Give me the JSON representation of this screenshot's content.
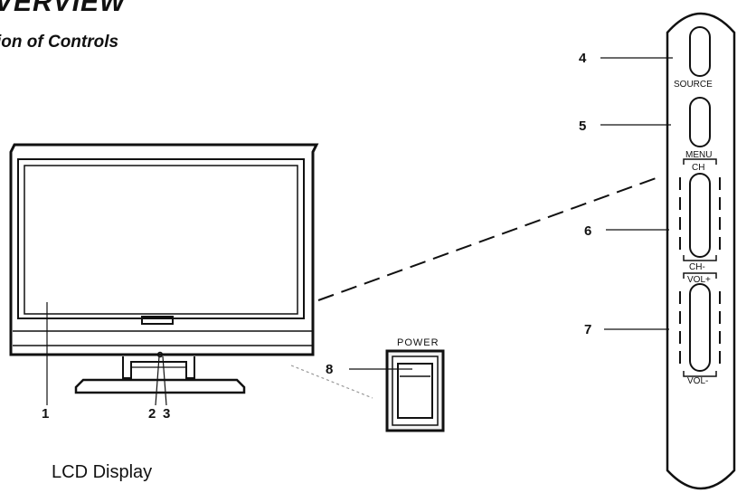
{
  "heading": "VERVIEW",
  "subheading": "ion of Controls",
  "caption": "LCD Display",
  "callouts": {
    "n1": "1",
    "n2": "2",
    "n3": "3",
    "n4": "4",
    "n5": "5",
    "n6": "6",
    "n7": "7",
    "n8": "8"
  },
  "panel_labels": {
    "source": "SOURCE",
    "menu": "MENU",
    "ch_plus": "CH",
    "ch_minus": "CH-",
    "vol_plus": "VOL+",
    "vol_minus": "VOL-"
  },
  "power_label": "POWER"
}
